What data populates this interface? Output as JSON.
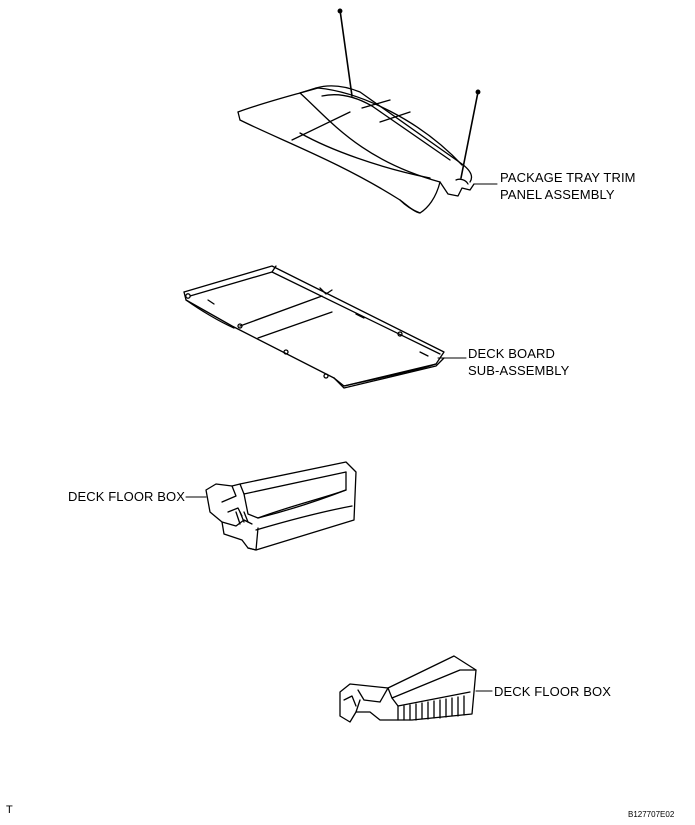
{
  "parts": {
    "package_tray": {
      "line1": "PACKAGE TRAY TRIM",
      "line2": "PANEL ASSEMBLY"
    },
    "deck_board": {
      "line1": "DECK BOARD",
      "line2": "SUB-ASSEMBLY"
    },
    "deck_floor_box_left": {
      "label": "DECK FLOOR BOX"
    },
    "deck_floor_box_right": {
      "label": "DECK FLOOR BOX"
    }
  },
  "footer": {
    "corner_mark": "T",
    "figure_code": "B127707E02"
  }
}
